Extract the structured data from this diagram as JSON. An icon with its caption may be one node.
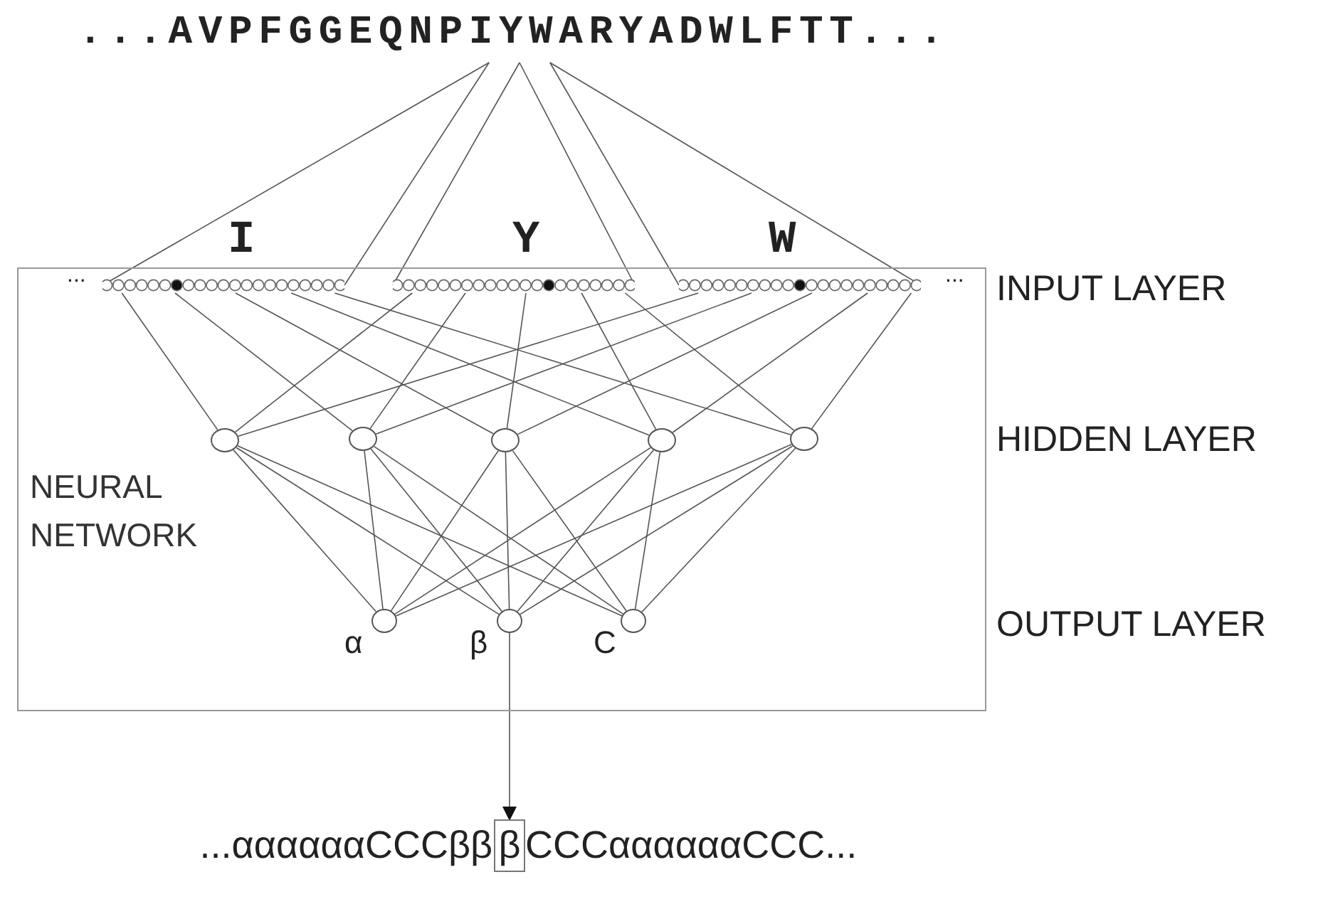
{
  "diagram": {
    "nodes": [
      {
        "text": [
          "...AVPFGGEQNPIYWARYADWLFTT..."
        ]
      },
      {
        "text": [
          "NEURAL NETWORK"
        ]
      },
      {
        "text": [],
        "shape": "bar",
        "in": 1
      },
      {
        "text": [],
        "shape": "bar",
        "in": 1
      },
      {
        "text": [],
        "shape": "bar",
        "in": 1
      },
      {
        "text": [],
        "shape": "circle",
        "in": 1
      },
      {
        "text": [],
        "shape": "circle",
        "in": 1
      },
      {
        "text": [],
        "shape": "circle",
        "in": 1
      },
      {
        "text": [],
        "shape": "circle",
        "in": 1
      },
      {
        "text": [],
        "shape": "circle",
        "in": 1
      },
      {
        "text": [],
        "shape": "circle",
        "in": 1,
        "beside": [
          "α"
        ]
      },
      {
        "text": [],
        "shape": "circle",
        "in": 1,
        "beside": [
          "β"
        ]
      },
      {
        "text": [],
        "shape": "circle",
        "in": 1,
        "beside": [
          "C"
        ]
      },
      {
        "text": [
          "β"
        ]
      }
    ],
    "edges": [
      {
        "from": 0,
        "to": 2,
        "arrow": "none"
      },
      {
        "from": 0,
        "to": 2,
        "arrow": "none"
      },
      {
        "from": 0,
        "to": 3,
        "arrow": "none"
      },
      {
        "from": 0,
        "to": 3,
        "arrow": "none"
      },
      {
        "from": 0,
        "to": 4,
        "arrow": "none"
      },
      {
        "from": 0,
        "to": 4,
        "arrow": "none"
      },
      {
        "from": 2,
        "to": 5,
        "arrow": "none"
      },
      {
        "from": 2,
        "to": 6,
        "arrow": "none"
      },
      {
        "from": 2,
        "to": 7,
        "arrow": "none"
      },
      {
        "from": 2,
        "to": 8,
        "arrow": "none"
      },
      {
        "from": 2,
        "to": 9,
        "arrow": "none"
      },
      {
        "from": 3,
        "to": 5,
        "arrow": "none"
      },
      {
        "from": 3,
        "to": 6,
        "arrow": "none"
      },
      {
        "from": 3,
        "to": 7,
        "arrow": "none"
      },
      {
        "from": 3,
        "to": 8,
        "arrow": "none"
      },
      {
        "from": 3,
        "to": 9,
        "arrow": "none"
      },
      {
        "from": 4,
        "to": 5,
        "arrow": "none"
      },
      {
        "from": 4,
        "to": 6,
        "arrow": "none"
      },
      {
        "from": 4,
        "to": 7,
        "arrow": "none"
      },
      {
        "from": 4,
        "to": 8,
        "arrow": "none"
      },
      {
        "from": 4,
        "to": 9,
        "arrow": "none"
      },
      {
        "from": 5,
        "to": 10,
        "arrow": "none"
      },
      {
        "from": 5,
        "to": 11,
        "arrow": "none"
      },
      {
        "from": 5,
        "to": 12,
        "arrow": "none"
      },
      {
        "from": 6,
        "to": 10,
        "arrow": "none"
      },
      {
        "from": 6,
        "to": 11,
        "arrow": "none"
      },
      {
        "from": 6,
        "to": 12,
        "arrow": "none"
      },
      {
        "from": 7,
        "to": 10,
        "arrow": "none"
      },
      {
        "from": 7,
        "to": 11,
        "arrow": "none"
      },
      {
        "from": 7,
        "to": 12,
        "arrow": "none"
      },
      {
        "from": 8,
        "to": 10,
        "arrow": "none"
      },
      {
        "from": 8,
        "to": 11,
        "arrow": "none"
      },
      {
        "from": 8,
        "to": 12,
        "arrow": "none"
      },
      {
        "from": 9,
        "to": 10,
        "arrow": "none"
      },
      {
        "from": 9,
        "to": 11,
        "arrow": "none"
      },
      {
        "from": 9,
        "to": 12,
        "arrow": "none"
      },
      {
        "from": 11,
        "to": 13,
        "arrow": "to"
      }
    ],
    "labels": [
      "I",
      "Y",
      "W",
      "...",
      "...",
      "INPUT LAYER",
      "HIDDEN LAYER",
      "OUTPUT LAYER",
      "...ααααααCCCββ",
      "CCCααααααCCC..."
    ]
  }
}
